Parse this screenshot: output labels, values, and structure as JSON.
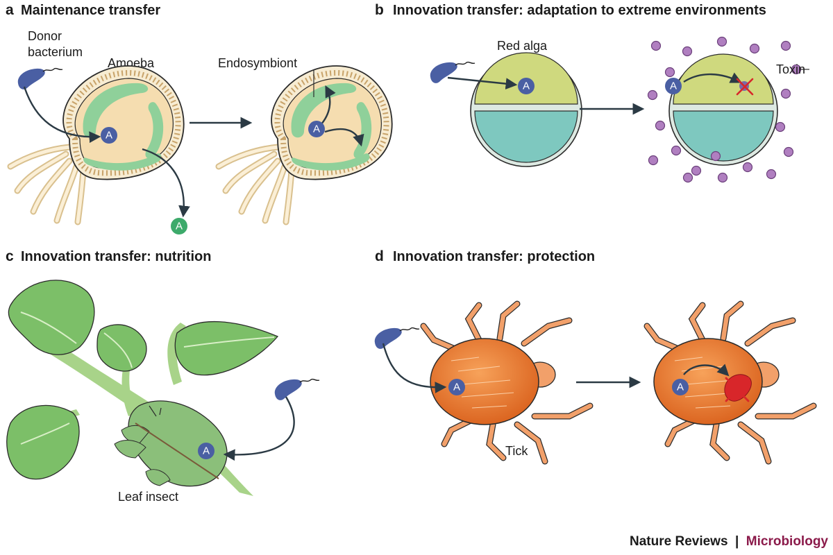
{
  "panels": {
    "a": {
      "letter": "a",
      "title": "Maintenance transfer",
      "donor_label_1": "Donor",
      "donor_label_2": "bacterium",
      "host_label": "Amoeba",
      "endosymbiont_label": "Endosymbiont"
    },
    "b": {
      "letter": "b",
      "title": "Innovation transfer: adaptation to extreme environments",
      "host_label": "Red alga",
      "toxin_label": "Toxin"
    },
    "c": {
      "letter": "c",
      "title": "Innovation transfer: nutrition",
      "host_label": "Leaf insect"
    },
    "d": {
      "letter": "d",
      "title": "Innovation transfer: protection",
      "host_label": "Tick"
    }
  },
  "gene_symbol": "A",
  "credit": {
    "journal": "Nature Reviews",
    "separator": "|",
    "section": "Microbiology"
  },
  "colors": {
    "bacterium": "#4a5fa3",
    "gene": "#4a5fa3",
    "gene_released": "#3daa6b",
    "amoeba_cytoplasm": "#f5ddb0",
    "amoeba_endosymbiont": "#8fd09a",
    "alga_top": "#cfd97e",
    "alga_bottom": "#7ec8bf",
    "toxin": "#b07fc0",
    "leaf": "#7cbf68",
    "tick_body": "#e8782c",
    "cross": "#d8262a",
    "accent": "#8b1a4a"
  }
}
